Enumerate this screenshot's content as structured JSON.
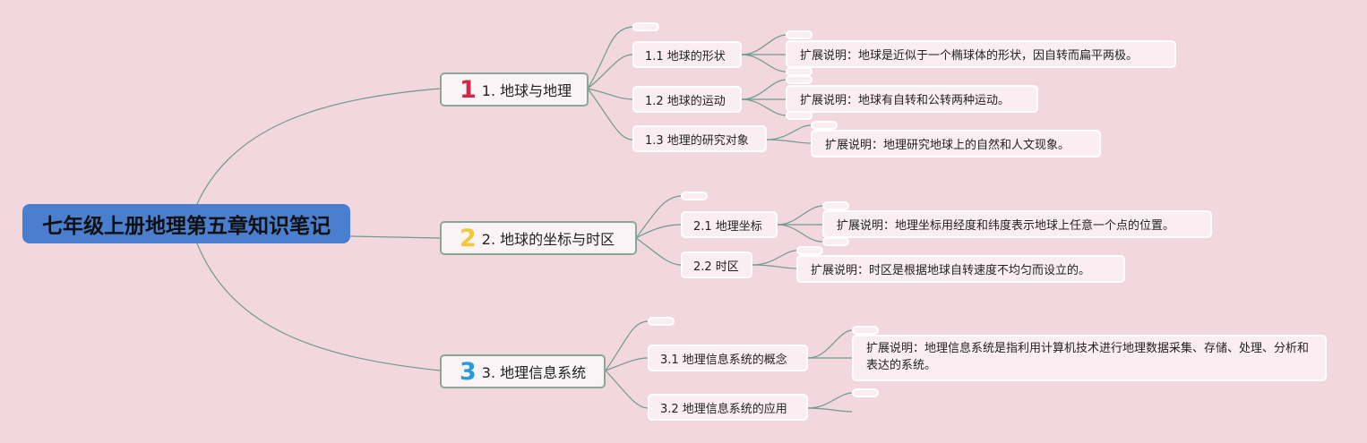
{
  "root": {
    "title": "七年级上册地理第五章知识笔记"
  },
  "branches": [
    {
      "icon": "1",
      "icon_color": "#d0284a",
      "label": "1. 地球与地理",
      "children": [
        {
          "label": "1.1 地球的形状",
          "note": "扩展说明：地球是近似于一个椭球体的形状，因自转而扁平两极。"
        },
        {
          "label": "1.2 地球的运动",
          "note": "扩展说明：地球有自转和公转两种运动。"
        },
        {
          "label": "1.3 地理的研究对象",
          "note": "扩展说明：地理研究地球上的自然和人文现象。"
        }
      ]
    },
    {
      "icon": "2",
      "icon_color": "#f2c83a",
      "label": "2. 地球的坐标与时区",
      "children": [
        {
          "label": "2.1 地理坐标",
          "note": "扩展说明：地理坐标用经度和纬度表示地球上任意一个点的位置。"
        },
        {
          "label": "2.2 时区",
          "note": "扩展说明：时区是根据地球自转速度不均匀而设立的。"
        }
      ]
    },
    {
      "icon": "3",
      "icon_color": "#2d9ad8",
      "label": "3. 地理信息系统",
      "children": [
        {
          "label": "3.1 地理信息系统的概念",
          "note": "扩展说明：地理信息系统是指利用计算机技术进行地理数据采集、存储、处理、分析和表达的系统。"
        },
        {
          "label": "3.2 地理信息系统的应用"
        }
      ]
    }
  ],
  "colors": {
    "background": "#f2d7df",
    "root": "#4a7ecf",
    "edge": "#6f9a8c",
    "node_fill": "#fbeef2",
    "main_border": "#8aa89a"
  }
}
